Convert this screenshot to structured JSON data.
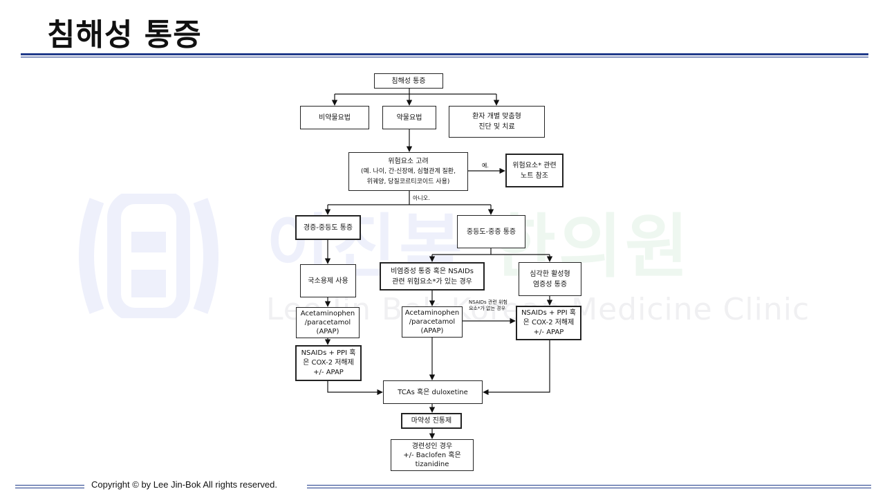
{
  "page": {
    "title": "침해성 통증",
    "copyright": "Copyright © by Lee Jin-Bok  All rights reserved."
  },
  "watermark": {
    "brand_a": "이진복",
    "brand_b": " 한의원",
    "sub": "Lee Jin Bok Korean Medicine Clinic"
  },
  "flowchart": {
    "root": "침해성 통증",
    "non_drug": "비약물요법",
    "drug": "약물요법",
    "individual": [
      "환자 개별 맞춤형",
      "진단 및 치료"
    ],
    "risk": [
      "위험요소 고려",
      "(예. 나이, 간·신장애, 심혈관계 질환,",
      "위궤양, 당질코르티코이드 사용)"
    ],
    "risk_note": [
      "위험요소* 관련",
      "노트 참조"
    ],
    "yes_label": "예.",
    "no_label": "아니오.",
    "mild": "경증-중등도 통증",
    "moderate": "중등도-중증 통증",
    "topical": "국소용제 사용",
    "apap_left": [
      "Acetaminophen",
      "/paracetamol",
      "(APAP)"
    ],
    "nsaid_left": [
      "NSAIDs + PPI 혹",
      "은 COX-2 저해제",
      "+/- APAP"
    ],
    "nonflam": [
      "비염증성 통증 혹은 NSAIDs",
      "관련 위험요소*가 있는 경우"
    ],
    "apap_mid": [
      "Acetaminophen",
      "/paracetamol",
      "(APAP)"
    ],
    "severe": [
      "심각한 활성형",
      "염증성 통증"
    ],
    "nsaid_right": [
      "NSAIDs + PPI 혹",
      "은 COX-2 저해제",
      "+/- APAP"
    ],
    "nsaid_risk_label": [
      "NSAIDs 관련 위험",
      "요소*가 없는 경우"
    ],
    "tca": "TCAs 혹은 duloxetine",
    "opioid": "마약성 진통제",
    "spasm": [
      "경련성인 경우",
      "+/- Baclofen 혹은",
      "tizanidine"
    ]
  }
}
